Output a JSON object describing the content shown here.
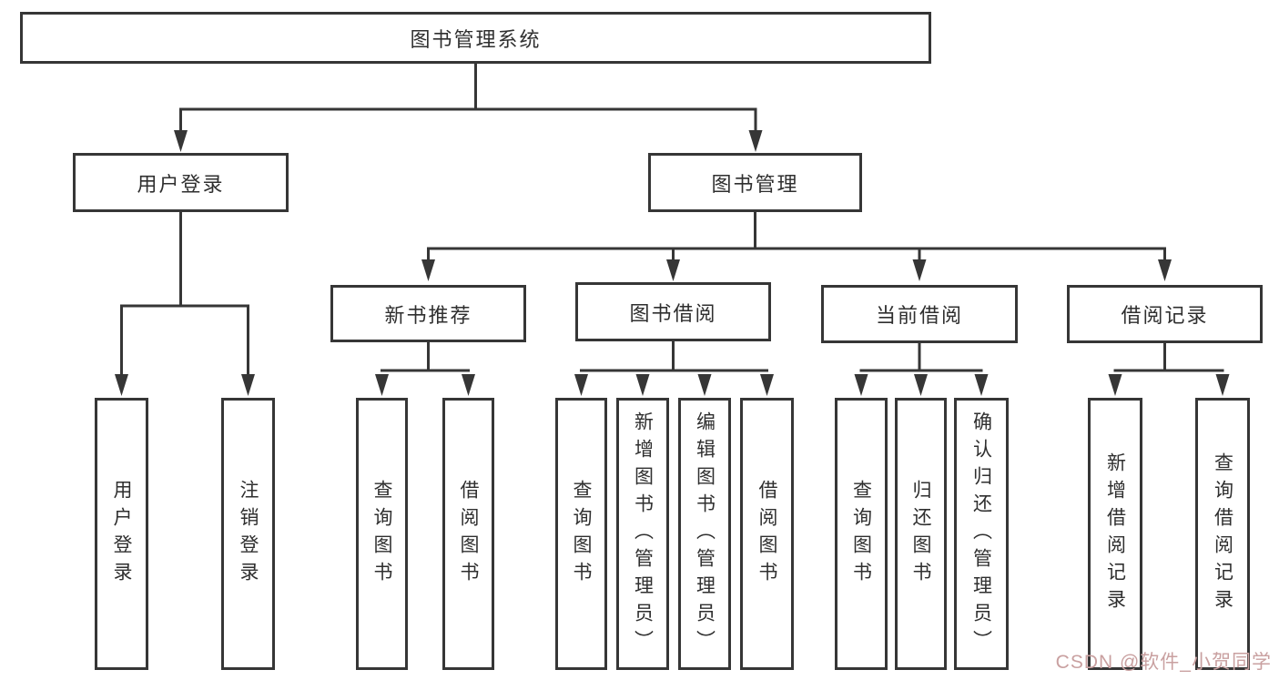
{
  "diagram": {
    "title": "图书管理系统",
    "level2": [
      {
        "label": "用户登录"
      },
      {
        "label": "图书管理"
      }
    ],
    "level3": [
      {
        "label": "新书推荐"
      },
      {
        "label": "图书借阅"
      },
      {
        "label": "当前借阅"
      },
      {
        "label": "借阅记录"
      }
    ],
    "leaves": {
      "user_login": [
        "用户登录",
        "注销登录"
      ],
      "new_book_recommend": [
        "查询图书",
        "借阅图书"
      ],
      "book_borrow": [
        "查询图书",
        "新增图书（管理员）",
        "编辑图书（管理员）",
        "借阅图书"
      ],
      "current_borrow": [
        "查询图书",
        "归还图书",
        "确认归还（管理员）"
      ],
      "borrow_record": [
        "新增借阅记录",
        "查询借阅记录"
      ]
    }
  },
  "watermark": {
    "text": "CSDN @软件_小贺同学",
    "color": "#c9a0a0"
  },
  "colors": {
    "line": "#363636",
    "text": "#2f2f2f",
    "background": "#ffffff"
  }
}
